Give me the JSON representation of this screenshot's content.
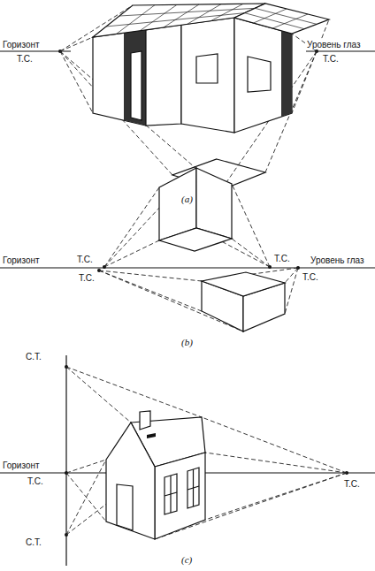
{
  "diagram": {
    "labels": [
      "Горизонт",
      "Т.С.",
      "Уровень глаз",
      "Т.С.",
      "(a)",
      "Горизонт",
      "Т.С.",
      "Т.С.",
      "Т.С.",
      "Уровень глаз",
      "Т.С.",
      "(b)",
      "С.Т.",
      "Горизонт",
      "Т.С.",
      "Т.С.",
      "С.Т.",
      "(c)"
    ]
  }
}
